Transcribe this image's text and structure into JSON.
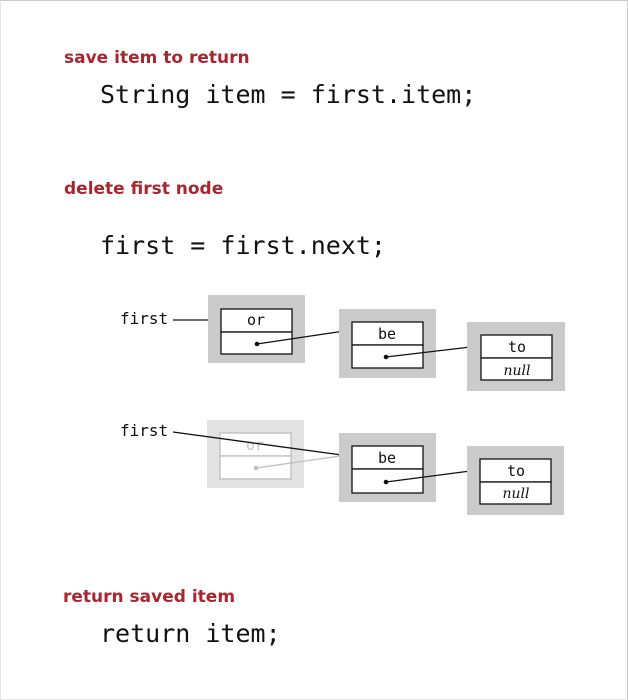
{
  "sections": {
    "save": {
      "heading": "save item to return",
      "code": "String item = first.item;"
    },
    "delete": {
      "heading": "delete first node",
      "code": "first = first.next;"
    },
    "return": {
      "heading": "return saved item",
      "code": "return item;"
    }
  },
  "diagram_before": {
    "pointer_label": "first",
    "nodes": [
      {
        "item": "or"
      },
      {
        "item": "be"
      },
      {
        "item": "to",
        "next": "null"
      }
    ]
  },
  "diagram_after": {
    "pointer_label": "first",
    "nodes": [
      {
        "item": "or",
        "removed": true
      },
      {
        "item": "be"
      },
      {
        "item": "to",
        "next": "null"
      }
    ]
  },
  "colors": {
    "heading": "#a8262f",
    "node_background": "#cbcbcb",
    "removed_node": "#bdbdbd"
  }
}
